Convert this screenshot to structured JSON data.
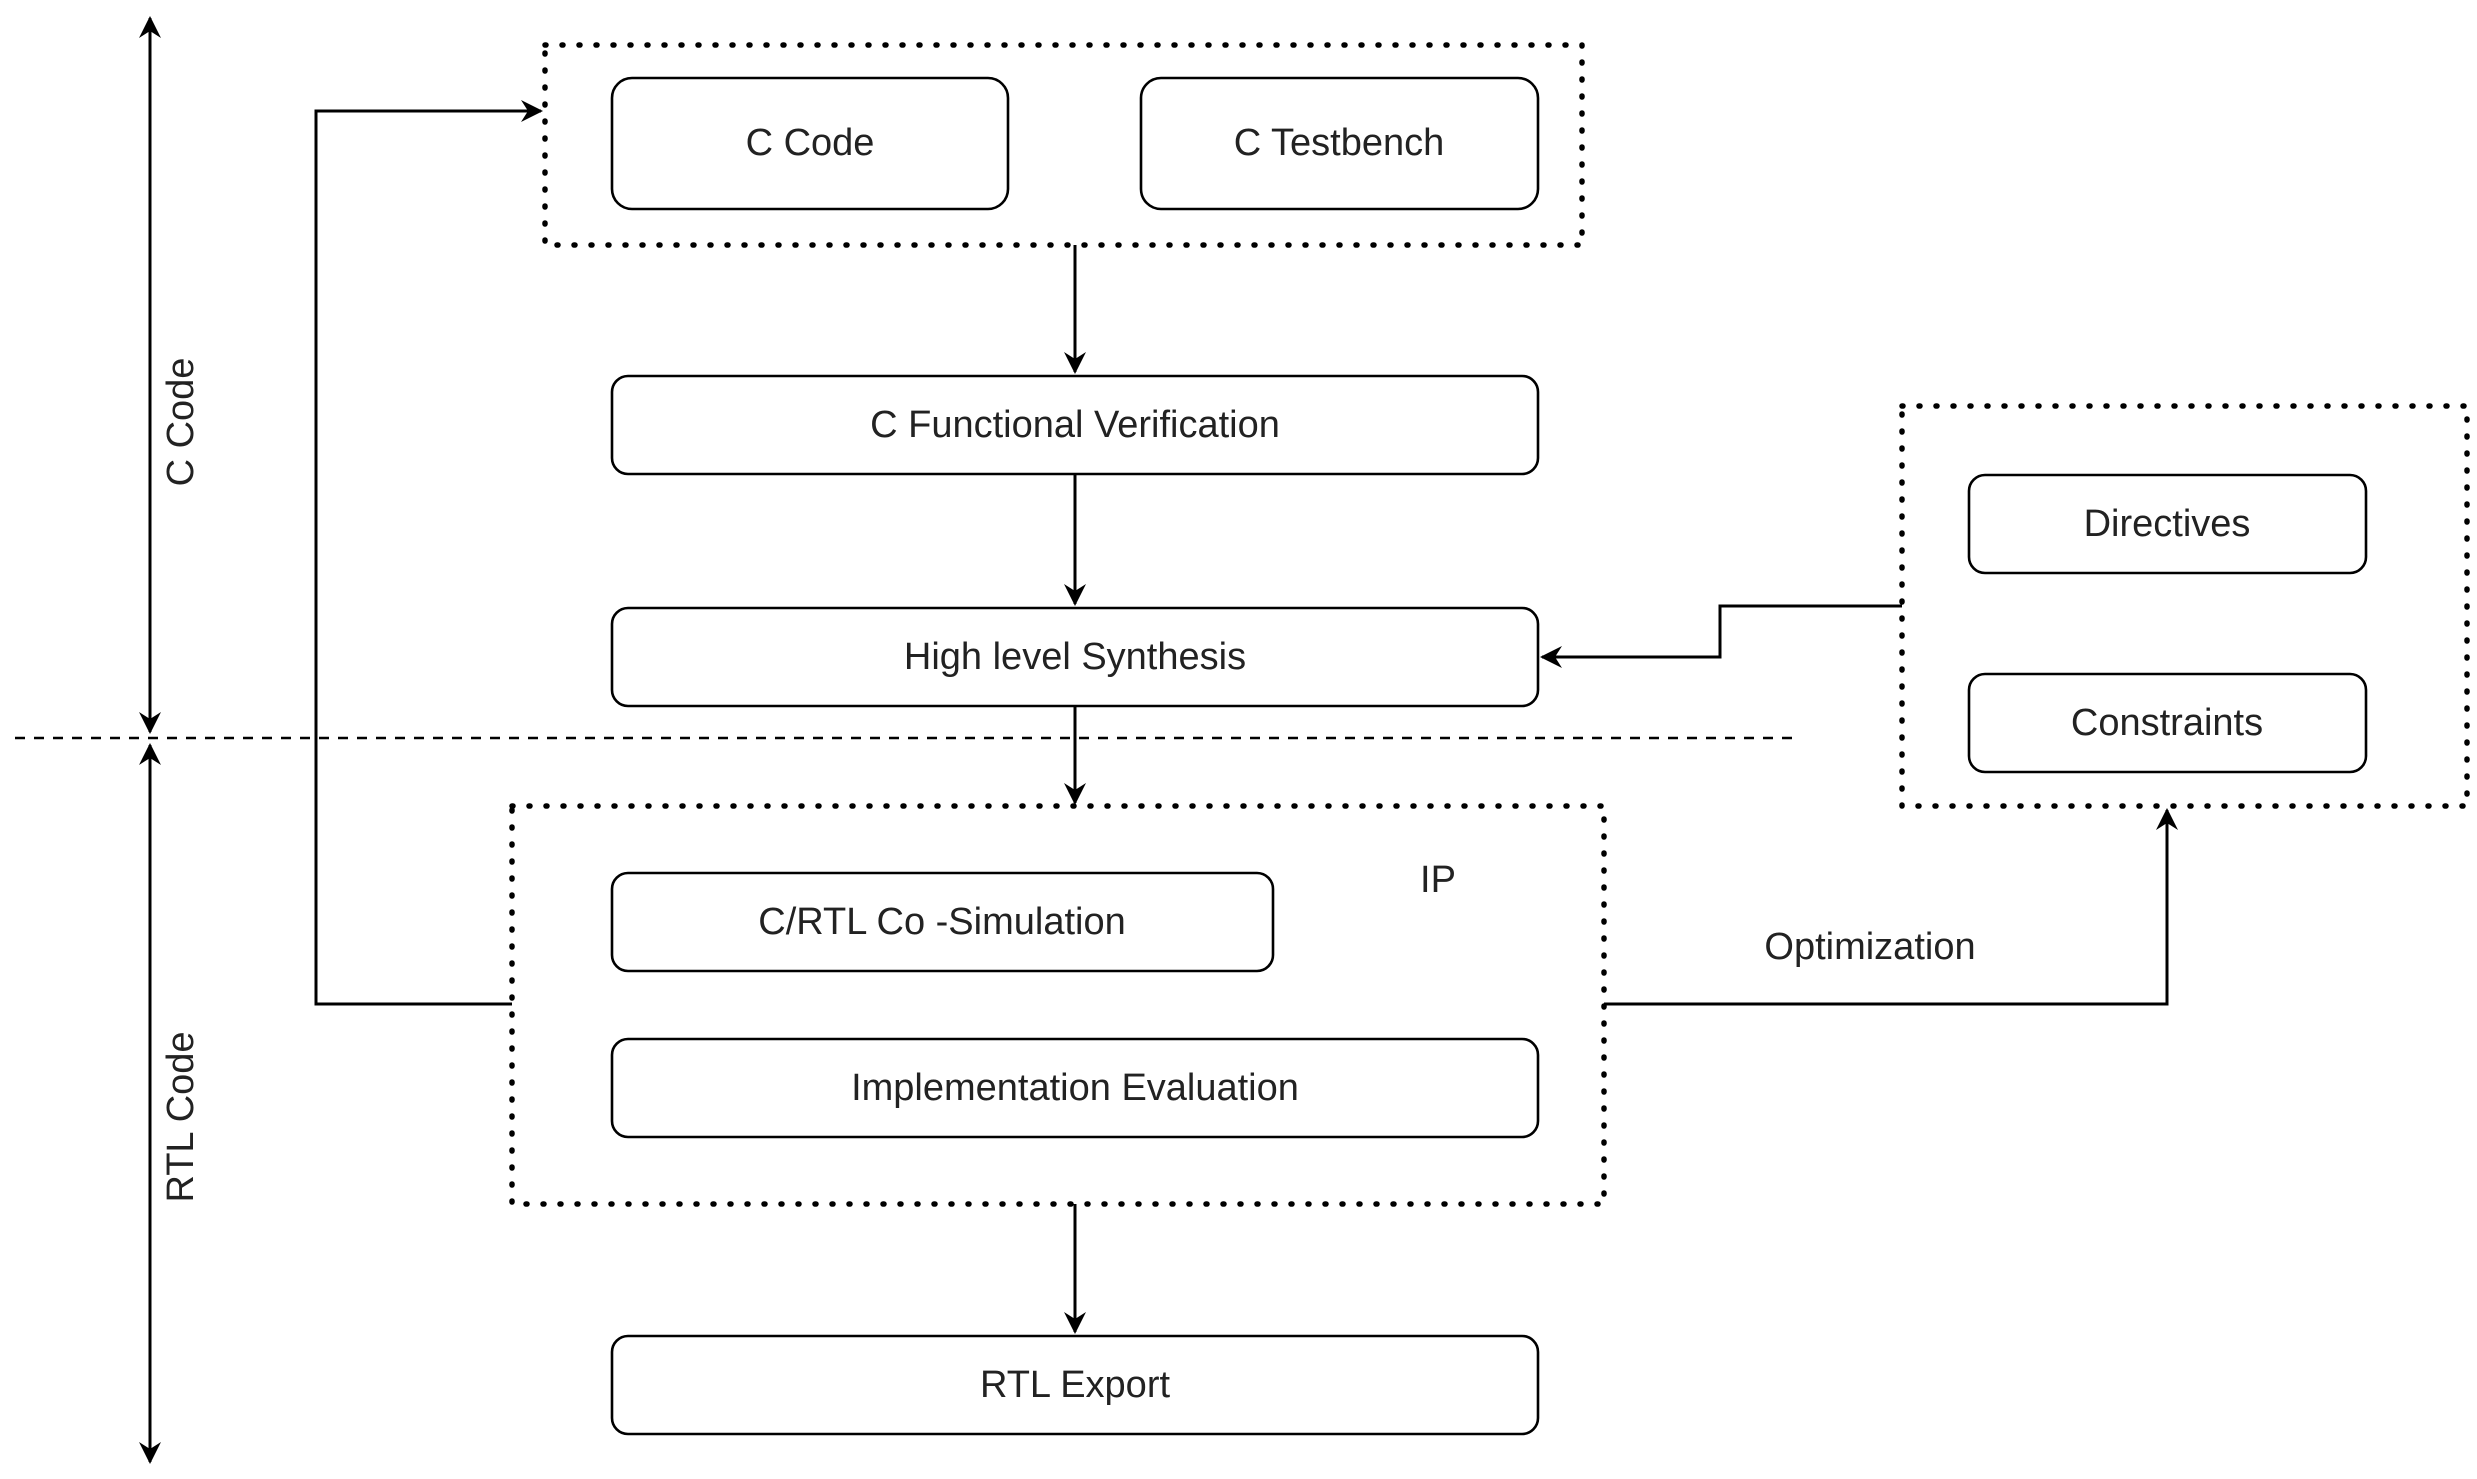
{
  "axis": {
    "upper_label": "C Code",
    "lower_label": "RTL Code"
  },
  "nodes": {
    "c_code": "C Code",
    "c_testbench": "C Testbench",
    "c_functional_verification": "C Functional Verification",
    "high_level_synthesis": "High level Synthesis",
    "cosim": "C/RTL Co -Simulation",
    "implementation_evaluation": "Implementation Evaluation",
    "rtl_export": "RTL Export",
    "directives": "Directives",
    "constraints": "Constraints"
  },
  "groups": {
    "ip_label": "IP"
  },
  "edges": {
    "optimization_label": "Optimization"
  }
}
